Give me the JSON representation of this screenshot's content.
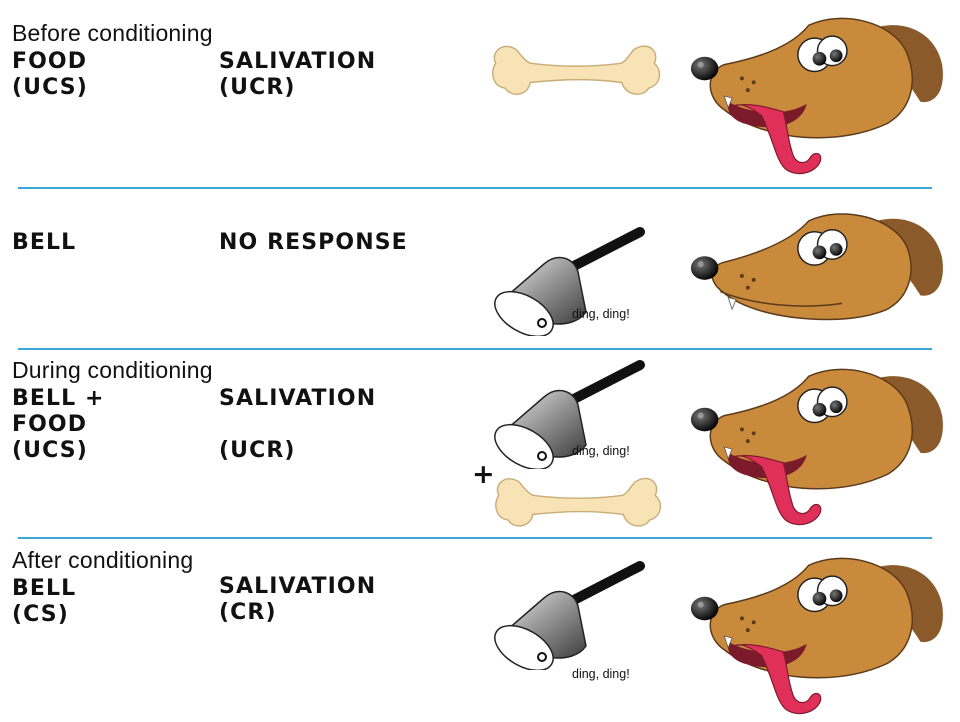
{
  "panels": [
    {
      "heading": "Before conditioning",
      "stimulus": [
        "FOOD",
        "(UCS)"
      ],
      "response": [
        "SALIVATION",
        "(UCR)"
      ],
      "icons": [
        "bone-icon",
        "salivating-dog-icon"
      ]
    },
    {
      "heading": "",
      "stimulus": [
        "BELL"
      ],
      "response": [
        "NO RESPONSE"
      ],
      "ding": "ding, ding!",
      "icons": [
        "bell-icon",
        "calm-dog-icon"
      ]
    },
    {
      "heading": "During conditioning",
      "stimulus": [
        "BELL +",
        "FOOD",
        "(UCS)"
      ],
      "response": [
        "SALIVATION",
        "(UCR)"
      ],
      "ding": "ding, ding!",
      "plus": "+",
      "icons": [
        "bell-icon",
        "plus-icon",
        "bone-icon",
        "salivating-dog-icon"
      ]
    },
    {
      "heading": "After conditioning",
      "stimulus": [
        "BELL",
        "(CS)"
      ],
      "response": [
        "SALIVATION",
        "(CR)"
      ],
      "ding": "ding, ding!",
      "icons": [
        "bell-icon",
        "salivating-dog-icon"
      ]
    }
  ],
  "colors": {
    "divider": "#3aa7d8",
    "bone": "#f7e3b5",
    "dog_fur": "#c98a3c",
    "dog_ear": "#8a5a2b",
    "tongue": "#e0305a",
    "bell": "#9a9a9a"
  }
}
